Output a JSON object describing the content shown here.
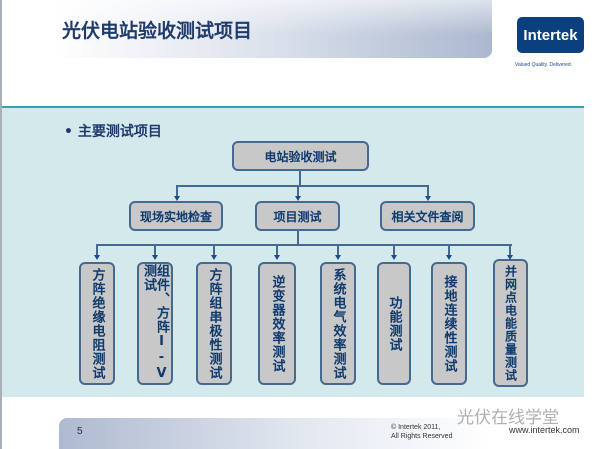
{
  "header": {
    "title": "光伏电站验收测试项目",
    "logo_text": "Intertek",
    "tagline": "Valued Quality. Delivered."
  },
  "content": {
    "bullet": "• 主要测试项目"
  },
  "diagram": {
    "root": "电站验收测试",
    "level2": [
      "现场实地检查",
      "项目测试",
      "相关文件查阅"
    ],
    "leaves": [
      "方阵绝缘电阻测试",
      "组件、方阵I-V测试",
      "方阵组串极性测试",
      "逆变器效率测试",
      "系统电气效率测试",
      "功能测试",
      "接地连续性测试",
      "并网点电能质量测试"
    ]
  },
  "footer": {
    "page_number": "5",
    "copyright_line1": "© Intertek 2011,",
    "copyright_line2": "All Rights Reserved",
    "url": "www.intertek.com",
    "watermark": "光伏在线学堂"
  }
}
